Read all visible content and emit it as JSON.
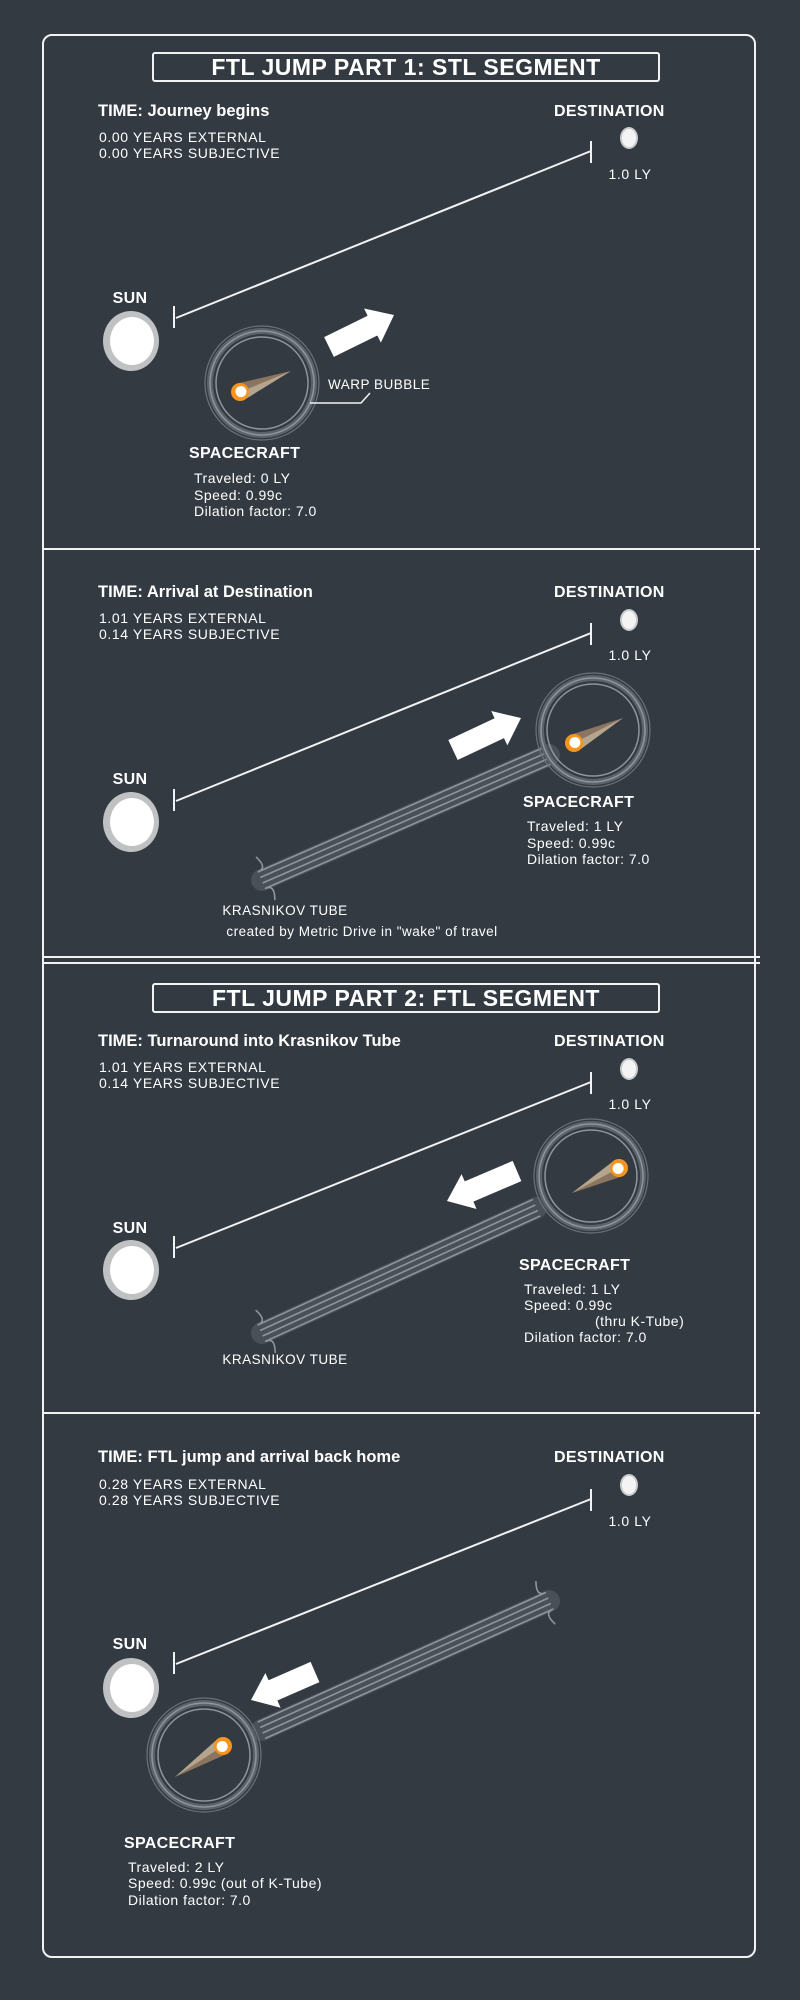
{
  "colors": {
    "background": "#333a42",
    "line": "#f2f2f2",
    "ship": "#8b7560",
    "exhaust": "#f7941d",
    "tube": "#8e959c"
  },
  "panels": [
    {
      "title": "FTL JUMP PART 1: STL SEGMENT",
      "time": "TIME: Journey begins",
      "external": "0.00 YEARS EXTERNAL",
      "subjective": "0.00 YEARS SUBJECTIVE",
      "destination": "DESTINATION",
      "distance": "1.0 LY",
      "sun": "SUN",
      "spacecraft": "SPACECRAFT",
      "warp_bubble": "WARP BUBBLE",
      "traveled": "Traveled: 0 LY",
      "speed": "Speed: 0.99c",
      "dilation": "Dilation factor: 7.0"
    },
    {
      "time": "TIME: Arrival at Destination",
      "external": "1.01 YEARS EXTERNAL",
      "subjective": "0.14 YEARS SUBJECTIVE",
      "destination": "DESTINATION",
      "distance": "1.0 LY",
      "sun": "SUN",
      "spacecraft": "SPACECRAFT",
      "traveled": "Traveled: 1 LY",
      "speed": "Speed: 0.99c",
      "dilation": "Dilation factor: 7.0",
      "tube_label": "KRASNIKOV TUBE",
      "tube_caption": "created by Metric Drive in \"wake\" of travel"
    },
    {
      "title": "FTL JUMP PART 2: FTL SEGMENT",
      "time": "TIME: Turnaround into Krasnikov Tube",
      "external": "1.01 YEARS EXTERNAL",
      "subjective": "0.14 YEARS SUBJECTIVE",
      "destination": "DESTINATION",
      "distance": "1.0 LY",
      "sun": "SUN",
      "spacecraft": "SPACECRAFT",
      "traveled": "Traveled: 1 LY",
      "speed": "Speed: 0.99c",
      "speed_note": "(thru K-Tube)",
      "dilation": "Dilation factor: 7.0",
      "tube_label": "KRASNIKOV TUBE"
    },
    {
      "time": "TIME: FTL jump and arrival back home",
      "external": "0.28 YEARS EXTERNAL",
      "subjective": "0.28 YEARS SUBJECTIVE",
      "destination": "DESTINATION",
      "distance": "1.0 LY",
      "sun": "SUN",
      "spacecraft": "SPACECRAFT",
      "traveled": "Traveled: 2 LY",
      "speed": "Speed: 0.99c (out of K-Tube)",
      "dilation": "Dilation factor: 7.0"
    }
  ]
}
